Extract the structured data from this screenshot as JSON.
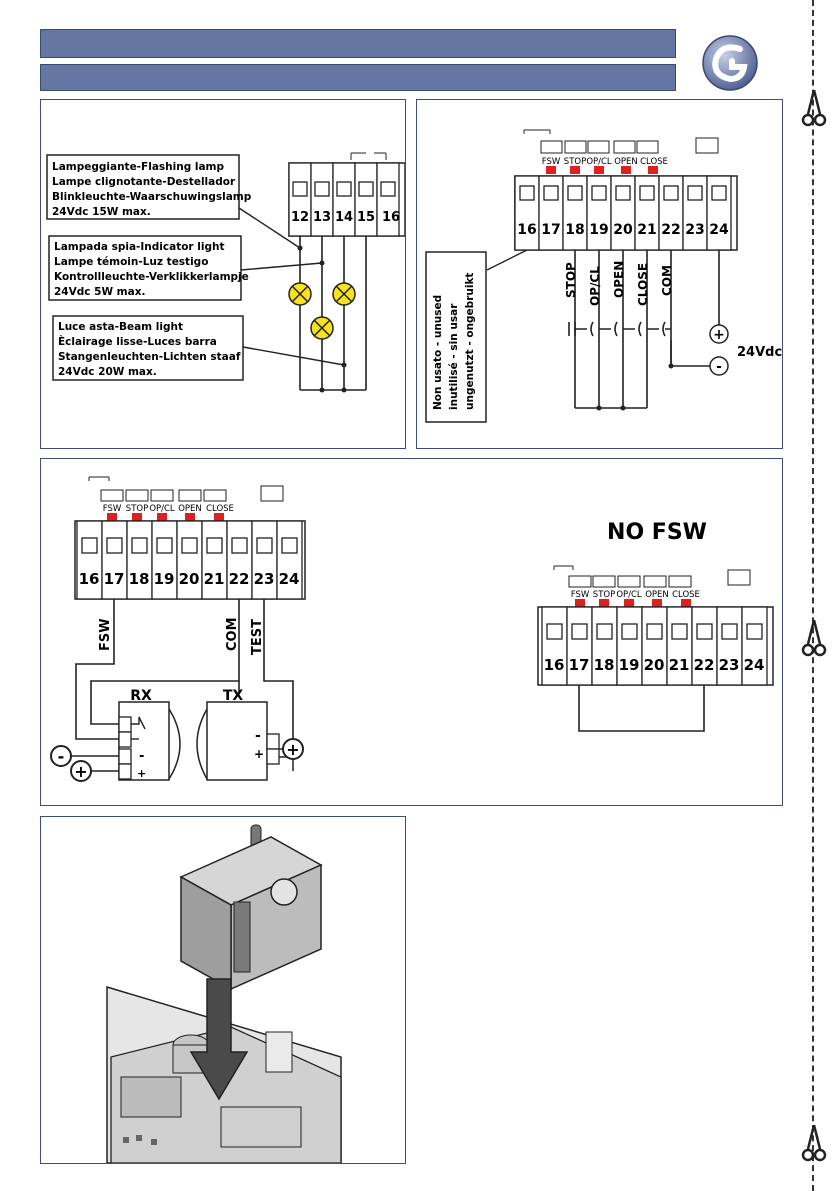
{
  "panel_lamps": {
    "terminals": [
      "12",
      "13",
      "14",
      "15",
      "16"
    ],
    "flashing_lamp": [
      "Lampeggiante-Flashing lamp",
      "Lampe clignotante-Destellador",
      "Blinkleuchte-Waarschuwingslamp",
      "24Vdc 15W max."
    ],
    "indicator_light": [
      "Lampada spia-Indicator light",
      "Lampe témoin-Luz testigo",
      "Kontrollleuchte-Verklikkerlampje",
      "24Vdc 5W max."
    ],
    "beam_light": [
      "Luce asta-Beam light",
      "Èclairage lisse-Luces barra",
      "Stangenleuchten-Lichten staaf",
      "24Vdc 20W max."
    ]
  },
  "panel_inputs": {
    "terminals": [
      "16",
      "17",
      "18",
      "19",
      "20",
      "21",
      "22",
      "23",
      "24"
    ],
    "led_labels": [
      "FSW",
      "STOP",
      "OP/CL",
      "OPEN",
      "CLOSE"
    ],
    "wire_labels": [
      "STOP",
      "OP/CL",
      "OPEN",
      "CLOSE",
      "COM"
    ],
    "unused_note": [
      "Non usato - unused",
      "inutilisé - sin usar",
      "ungenutzt - ongebruikt"
    ],
    "supply_label": "24Vdc",
    "plus": "+",
    "minus": "-"
  },
  "panel_photocells": {
    "terminals": [
      "16",
      "17",
      "18",
      "19",
      "20",
      "21",
      "22",
      "23",
      "24"
    ],
    "led_labels": [
      "FSW",
      "STOP",
      "OP/CL",
      "OPEN",
      "CLOSE"
    ],
    "wire_labels": [
      "FSW",
      "COM",
      "TEST"
    ],
    "rx": "RX",
    "tx": "TX",
    "no_fsw_title": "NO FSW",
    "plus": "+",
    "minus": "-"
  },
  "colors": {
    "header_bar": "#6477a3",
    "panel_border": "#3d4f7c",
    "led_red": "#e01f1f",
    "lamp_yellow": "#f7e21b"
  }
}
